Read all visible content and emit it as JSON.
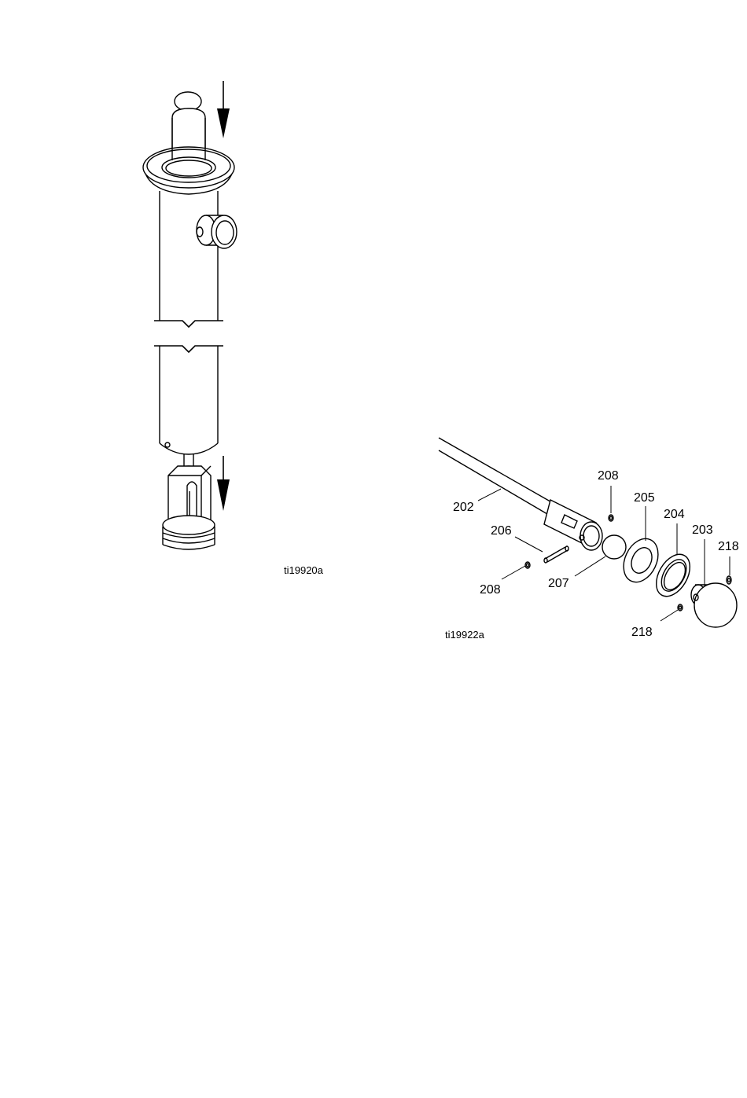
{
  "figure_left": {
    "figure_id": "ti19920a"
  },
  "figure_right": {
    "figure_id": "ti19922a",
    "callouts": [
      {
        "key": "c202",
        "text": "202"
      },
      {
        "key": "c206",
        "text": "206"
      },
      {
        "key": "c208a",
        "text": "208"
      },
      {
        "key": "c207",
        "text": "207"
      },
      {
        "key": "c208b",
        "text": "208"
      },
      {
        "key": "c205",
        "text": "205"
      },
      {
        "key": "c204",
        "text": "204"
      },
      {
        "key": "c203",
        "text": "203"
      },
      {
        "key": "c218a",
        "text": "218"
      },
      {
        "key": "c218b",
        "text": "218"
      }
    ]
  }
}
